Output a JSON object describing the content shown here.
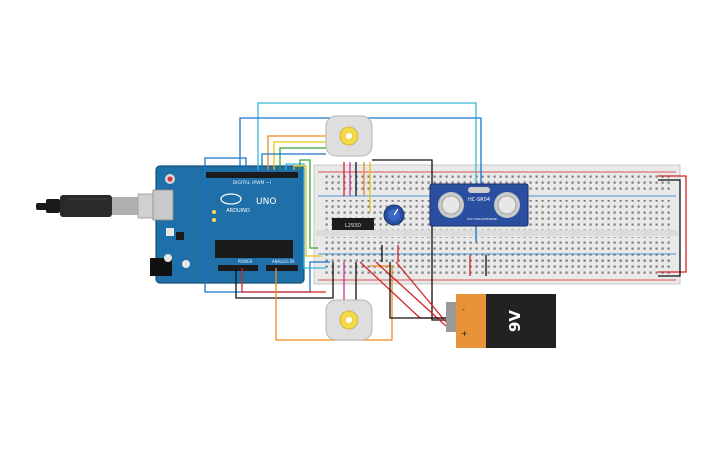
{
  "arduino": {
    "brand": "UNO",
    "logo_text": "ARDUINO",
    "digital_header": "DIGITAL (PWM ~)",
    "power_header": "POWER",
    "analog_header": "ANALOG IN"
  },
  "driver_chip": {
    "label": "L293D"
  },
  "sensor": {
    "label": "HC-SR04",
    "pins": [
      "VCC",
      "TRIG",
      "ECHO",
      "GND"
    ]
  },
  "battery": {
    "label": "9V",
    "plus": "+",
    "minus": "-"
  },
  "colors": {
    "board": "#1f6fa8",
    "breadboard": "#e9e9e9",
    "battery_orange": "#e8923a",
    "battery_black": "#222222",
    "sensor_board": "#2a4fa0",
    "wire_cyan": "#38b8d8",
    "wire_blue": "#1a75c9",
    "wire_orange": "#ef8a1c",
    "wire_yellow": "#e6c215",
    "wire_red": "#d62323",
    "wire_black": "#111111",
    "wire_pink": "#c2358f",
    "wire_green": "#3aa33a"
  }
}
